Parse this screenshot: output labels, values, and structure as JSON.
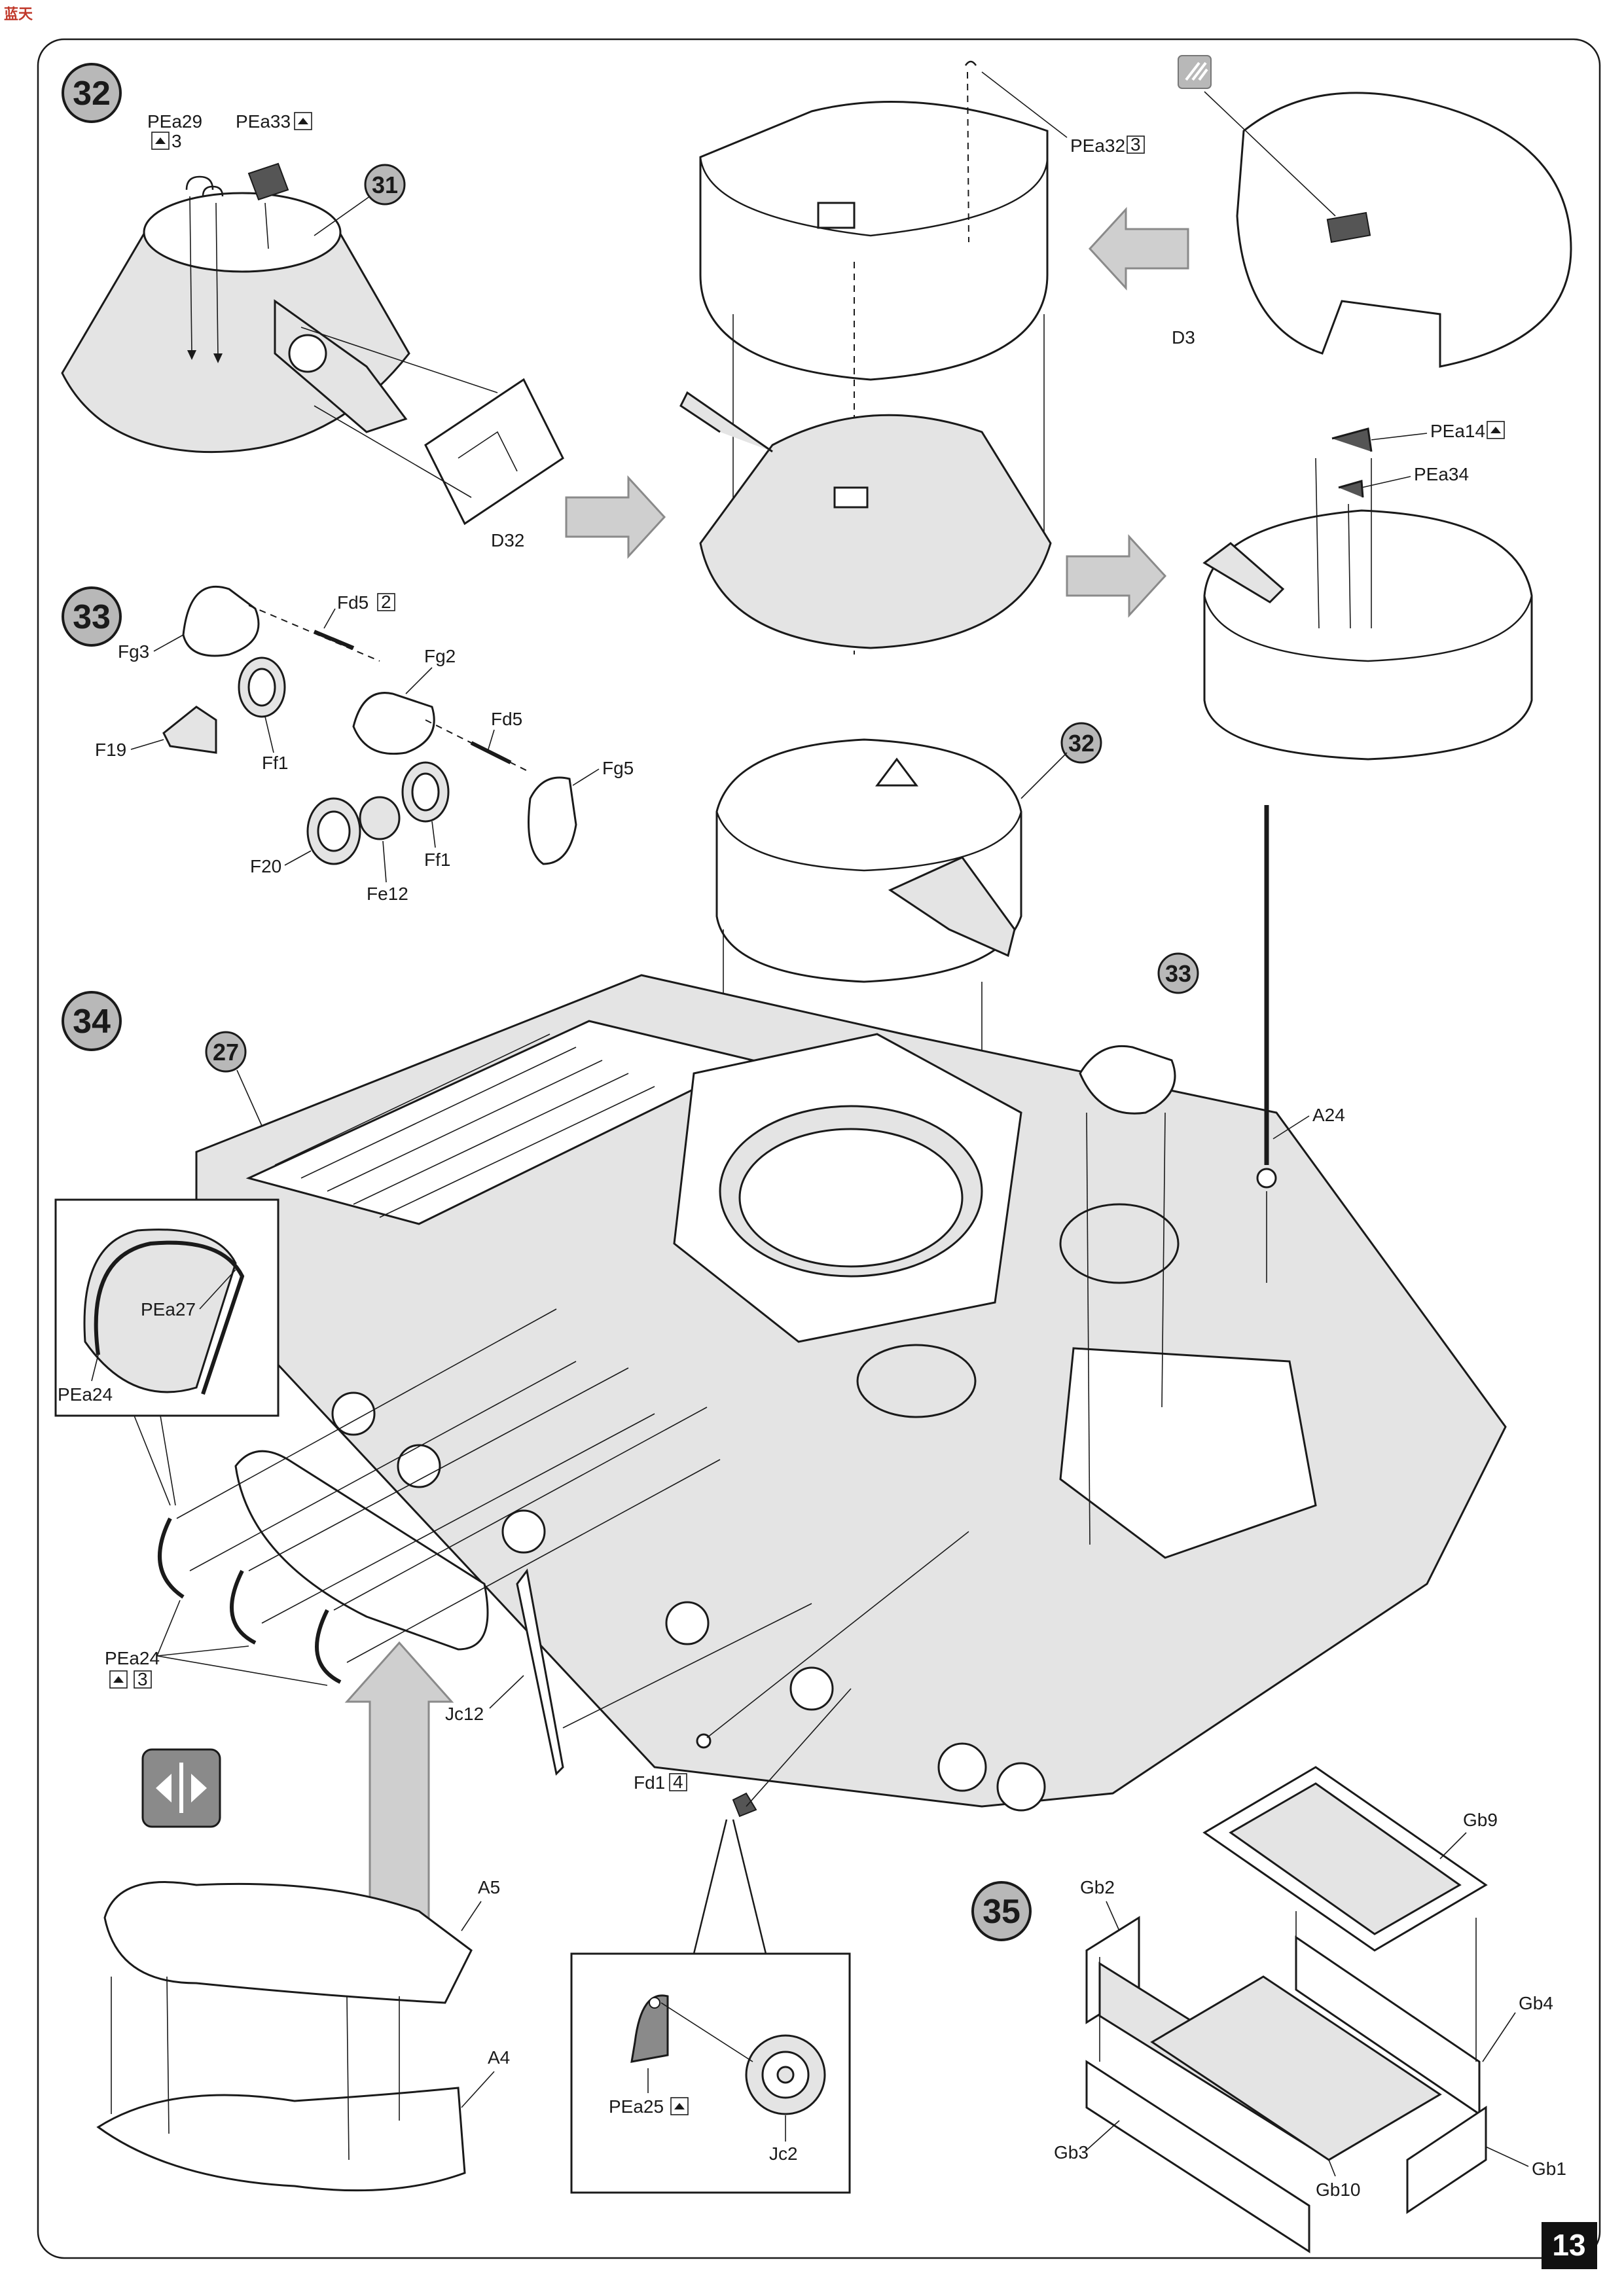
{
  "corner_logo": "蓝天",
  "page_number": "13",
  "steps": [
    {
      "number": "32"
    },
    {
      "number": "33"
    },
    {
      "number": "34"
    },
    {
      "number": "35"
    }
  ],
  "sub_refs": {
    "ref31": "31",
    "ref32": "32",
    "ref33": "33",
    "ref27": "27"
  },
  "labels": {
    "PEa29": "PEa29",
    "PEa29_qty": "3",
    "PEa33": "PEa33",
    "D32": "D32",
    "PEa32": "PEa32",
    "PEa32_qty": "3",
    "D3": "D3",
    "PEa14": "PEa14",
    "PEa34": "PEa34",
    "Fd5a": "Fd5",
    "Fd5a_qty": "2",
    "Fg3": "Fg3",
    "Fg2": "Fg2",
    "Fd5b": "Fd5",
    "F19": "F19",
    "Ff1a": "Ff1",
    "Fg5": "Fg5",
    "F20": "F20",
    "Fe12": "Fe12",
    "Ff1b": "Ff1",
    "A24": "A24",
    "PEa27": "PEa27",
    "PEa24a": "PEa24",
    "PEa24b": "PEa24",
    "PEa24b_qty": "3",
    "Jc12": "Jc12",
    "Fd1": "Fd1",
    "Fd1_qty": "4",
    "A5": "A5",
    "A4": "A4",
    "PEa25": "PEa25",
    "Jc2": "Jc2",
    "Gb9": "Gb9",
    "Gb2": "Gb2",
    "Gb4": "Gb4",
    "Gb3": "Gb3",
    "Gb10": "Gb10",
    "Gb1": "Gb1"
  },
  "icons": [
    "photo-etch-icon",
    "cement-icon",
    "mirror-assembly-icon",
    "assembly-arrow-icon"
  ],
  "colors": {
    "line": "#1a1a1a",
    "part_fill": "#e4e4e4",
    "arrow_fill": "#cfcfcf",
    "page_badge": "#111111"
  }
}
